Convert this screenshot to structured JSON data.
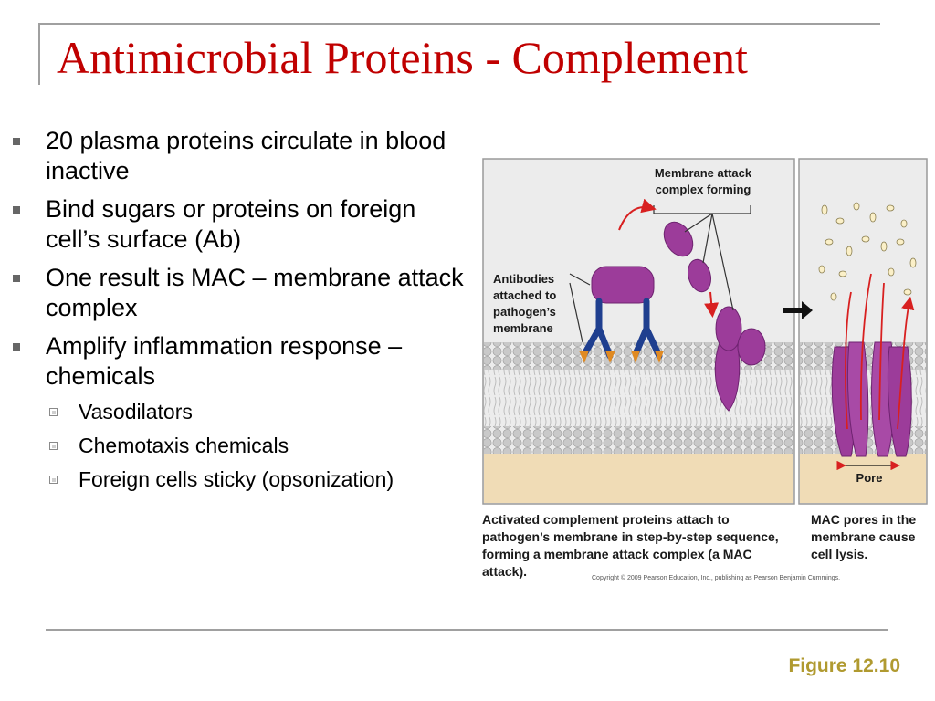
{
  "slide": {
    "title": "Antimicrobial Proteins - Complement",
    "bullets": [
      {
        "text": "20 plasma proteins circulate in blood inactive"
      },
      {
        "text": "Bind sugars or proteins on foreign cell’s surface (Ab)"
      },
      {
        "text": "One result is MAC – membrane attack complex"
      },
      {
        "text": "Amplify inflammation response – chemicals"
      }
    ],
    "sub_bullets": [
      {
        "text": "Vasodilators"
      },
      {
        "text": "Chemotaxis chemicals"
      },
      {
        "text": "Foreign cells sticky (opsonization)"
      }
    ],
    "footer": "Figure 12.10"
  },
  "figure": {
    "label_mac_line1": "Membrane attack",
    "label_mac_line2": "complex forming",
    "label_antibodies": [
      "Antibodies",
      "attached to",
      "pathogen’s",
      "membrane"
    ],
    "label_pore": "Pore",
    "caption_left": "Activated complement proteins attach to pathogen’s membrane in step-by-step sequence, forming a membrane attack complex (a MAC attack).",
    "caption_right": "MAC pores in the membrane cause cell lysis.",
    "copyright": "Copyright © 2009 Pearson Education, Inc., publishing as Pearson Benjamin Cummings.",
    "colors": {
      "protein_purple": "#9c3c9a",
      "antibody_blue": "#1f3f8f",
      "arrow_red": "#d82020",
      "membrane_head": "#c8c8c8",
      "cytoplasm": "#f0dcb6",
      "panel_bg": "#ececec"
    }
  }
}
